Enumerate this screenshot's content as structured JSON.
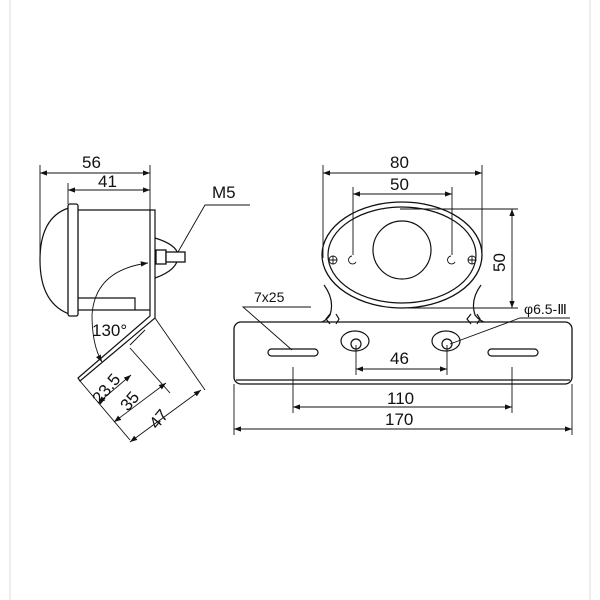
{
  "side_view": {
    "dim_overall_length": "56",
    "dim_body_length": "41",
    "thread_label": "M5",
    "bend_angle": "130°",
    "dim_a": "23.5",
    "dim_b": "35",
    "dim_c": "47"
  },
  "front_view": {
    "dim_lens_width": "80",
    "dim_screw_spacing": "50",
    "dim_lens_height": "50",
    "slot_label": "7x25",
    "hole_label": "φ6.5-Ⅲ",
    "dim_hole_spacing": "46",
    "dim_slot_spacing": "110",
    "dim_plate_width": "170"
  }
}
